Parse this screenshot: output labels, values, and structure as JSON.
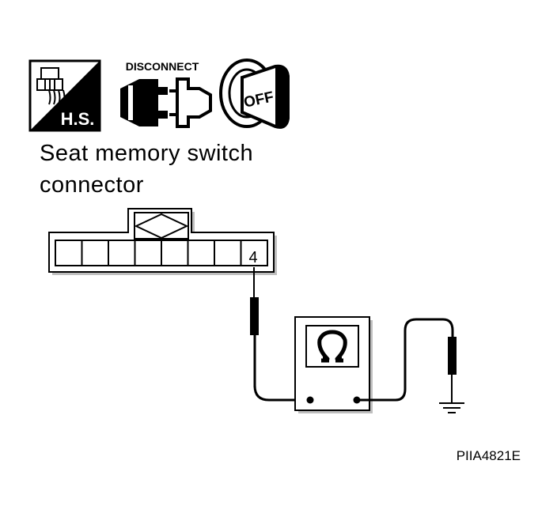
{
  "icons": {
    "harness_side_label": "H.S.",
    "disconnect_label": "DISCONNECT",
    "ignition_off_label": "OFF"
  },
  "caption": {
    "line1": "Seat memory switch",
    "line2": "connector"
  },
  "connector": {
    "terminal_label": "4",
    "cavity_count": 8
  },
  "meter": {
    "symbol": "Ω"
  },
  "figure_code": "PIIA4821E"
}
